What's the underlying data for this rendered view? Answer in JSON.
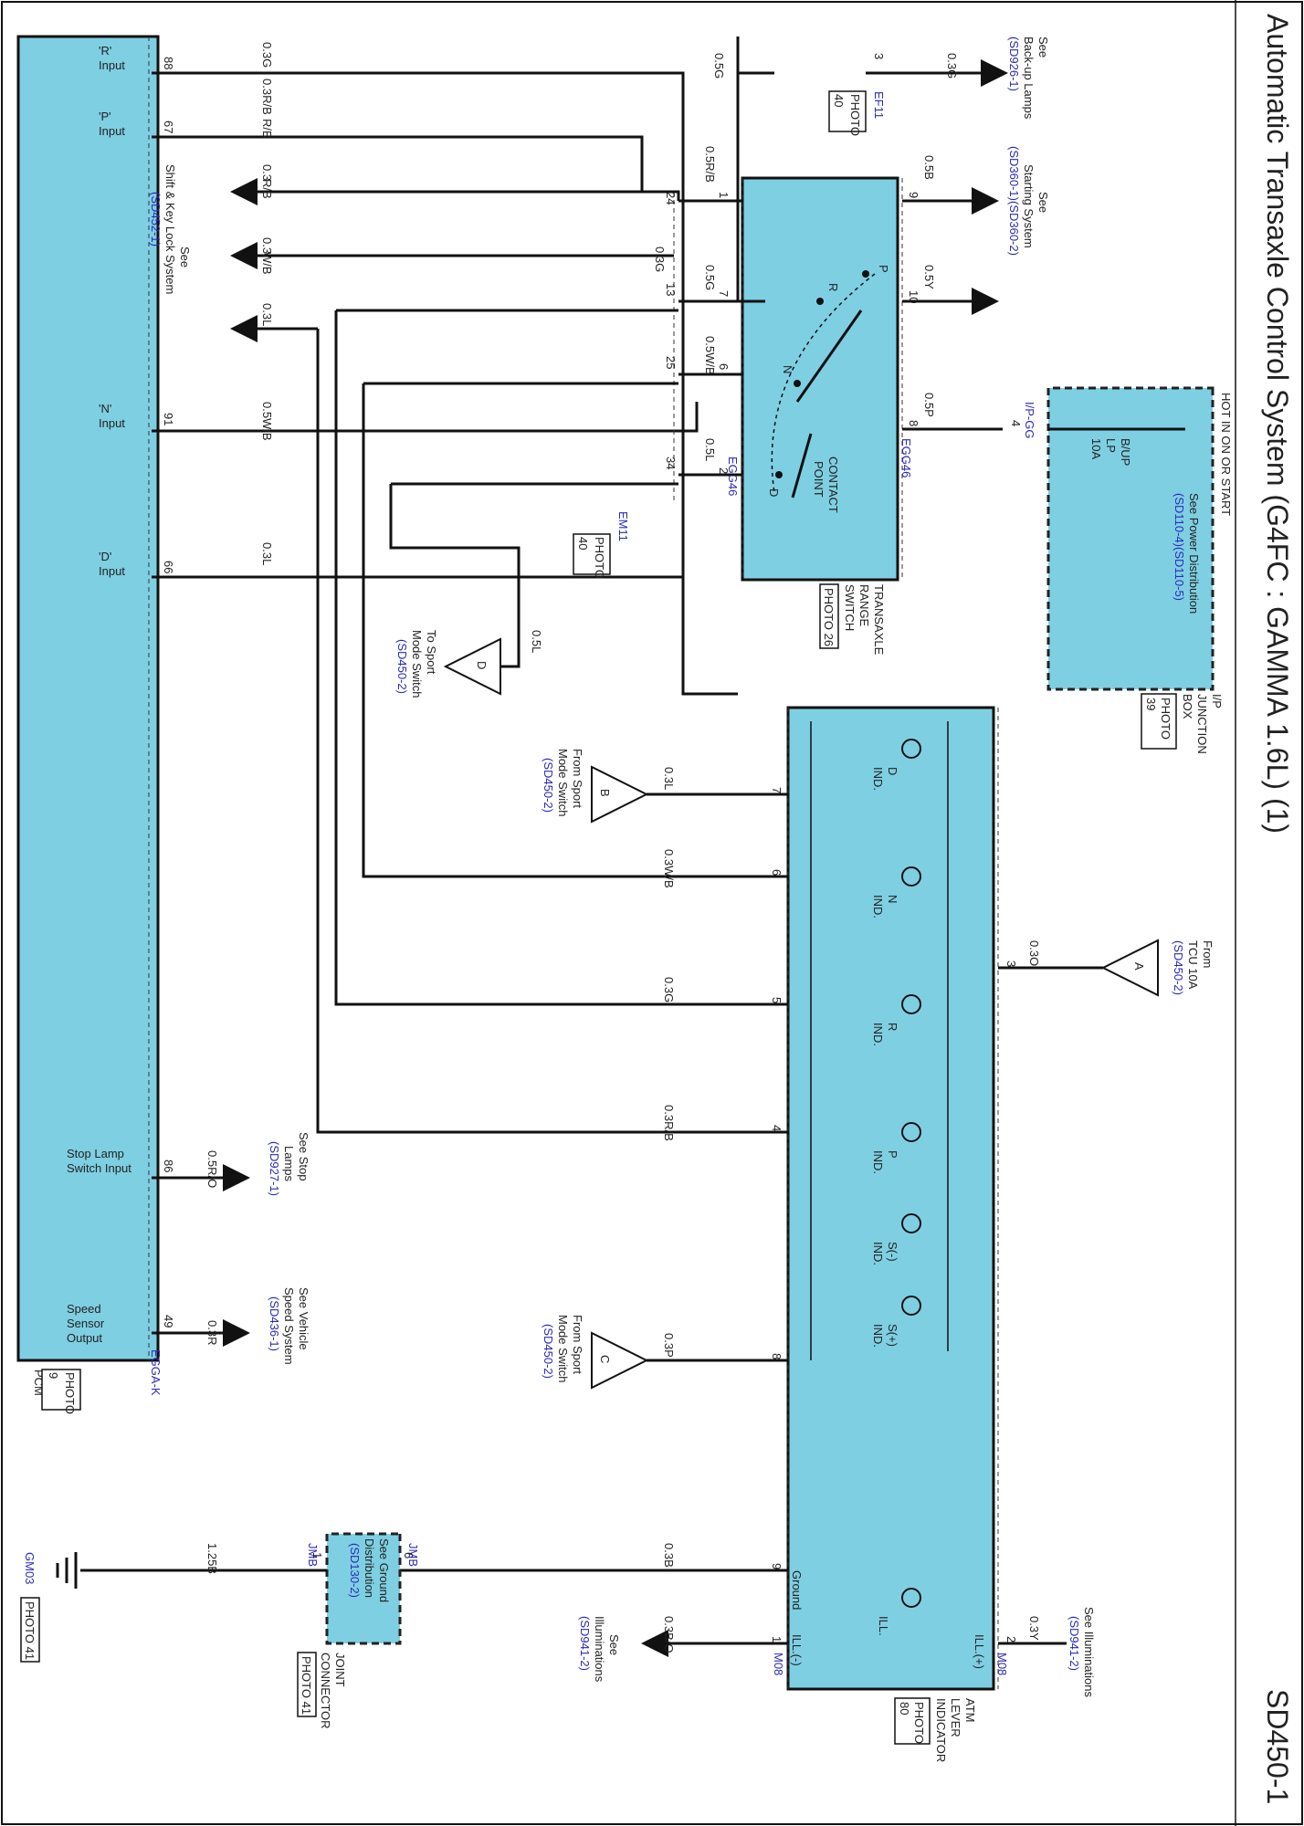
{
  "header": {
    "title": "Automatic Transaxle Control System (G4FC : GAMMA 1.6L) (1)",
    "page_code": "SD450-1"
  },
  "components": {
    "ip_junction": {
      "name_lines": [
        "I/P",
        "JUNCTION",
        "BOX"
      ],
      "photo": "PHOTO",
      "photo_num": "39",
      "hot": "HOT IN ON OR START",
      "fuse": [
        "B/UP",
        "LP",
        "10A"
      ],
      "see": "See Power Distribution",
      "ref": "(SD110-4)(SD110-5)",
      "conn": "I/P-GG",
      "pin": "4"
    },
    "trs": {
      "name_lines": [
        "TRANSAXLE",
        "RANGE",
        "SWITCH"
      ],
      "photo": "PHOTO 26",
      "conn_left": "EGG46",
      "conn_right": "EGG46",
      "contact_lines": [
        "CONTACT",
        "POINT"
      ],
      "positions": {
        "p": "P",
        "r": "R",
        "n": "N",
        "d": "D"
      }
    },
    "atm": {
      "name_lines": [
        "ATM",
        "LEVER",
        "INDICATOR"
      ],
      "photo": "PHOTO",
      "photo_num": "80",
      "conn": "M08",
      "ill_plus": "ILL.(+)",
      "ill_minus": "ILL.(-)",
      "ground": "Ground",
      "ill": "ILL.",
      "inds": [
        [
          "D",
          "IND."
        ],
        [
          "N",
          "IND."
        ],
        [
          "R",
          "IND."
        ],
        [
          "P",
          "IND."
        ],
        [
          "S(-)",
          "IND."
        ],
        [
          "S(+)",
          "IND."
        ]
      ]
    },
    "pcm": {
      "name": "PCM",
      "photo": "PHOTO",
      "photo_num": "9",
      "conn": "EGGA-K",
      "inputs": [
        [
          "'R'",
          "Input"
        ],
        [
          "'P'",
          "Input"
        ],
        [
          "'N'",
          "Input"
        ],
        [
          "'D'",
          "Input"
        ],
        [
          "Stop Lamp",
          "Switch Input"
        ],
        [
          "Speed",
          "Sensor",
          "Output"
        ]
      ]
    },
    "jc": {
      "name_lines": [
        "JOINT",
        "CONNECTOR"
      ],
      "photo": "PHOTO 41",
      "see": [
        "See Ground",
        "Distribution"
      ],
      "ref": "(SD130-2)",
      "conn": "JMB"
    },
    "ground": {
      "code": "GM03",
      "photo": "PHOTO 41"
    },
    "em11": {
      "code": "EM11",
      "photo": "PHOTO",
      "photo_num": "40"
    },
    "ef11": {
      "code": "EF11",
      "photo": "PHOTO",
      "photo_num": "40"
    }
  },
  "refs": {
    "backup": [
      "See",
      "Back-up Lamps"
    ],
    "backup_ref": "(SD926-1)",
    "starting": [
      "See",
      "Starting System"
    ],
    "starting_ref": "(SD360-1)(SD360-2)",
    "shift": [
      "See",
      "Shift & Key Lock System"
    ],
    "shift_ref": "(SD452-1)",
    "tcu": [
      "From",
      "TCU 10A"
    ],
    "tcu_ref": "(SD450-2)",
    "stop": [
      "See Stop",
      "Lamps"
    ],
    "stop_ref": "(SD927-1)",
    "vss": [
      "See Vehicle",
      "Speed System"
    ],
    "vss_ref": "(SD436-1)",
    "sport_to": [
      "To Sport",
      "Mode Switch"
    ],
    "sport_to_ref": "(SD450-2)",
    "sport_from_b": [
      "From Sport",
      "Mode Switch"
    ],
    "sport_from_b_ref": "(SD450-2)",
    "sport_from_c": [
      "From Sport",
      "Mode Switch"
    ],
    "sport_from_c_ref": "(SD450-2)",
    "ill_top": "See Illuminations",
    "ill_top_ref": "(SD941-2)",
    "ill_bot": [
      "See",
      "Illuminations"
    ],
    "ill_bot_ref": "(SD941-2)"
  },
  "flags": {
    "a": "A",
    "b": "B",
    "c": "C",
    "d": "D"
  },
  "wires": {
    "w88": "0.3G",
    "w67": "0.3R/B",
    "w67b": "R/B",
    "w91a": "0.5",
    "w91b": "W/B",
    "w66": "0.3L",
    "w86": "0.5R/O",
    "w49": "0.3R",
    "wbk": "0.3G",
    "wsk1a": "0.3",
    "wsk1b": "R/B",
    "wsk2a": "0.3",
    "wsk2b": "W/B",
    "wsk3": "0.3L",
    "w05g": "0.5G",
    "w1": "0.5R/B",
    "w7": "0.5G",
    "w6": "0.5W/B",
    "w2": "0.5L",
    "w13": "0.3G",
    "w9": "0.5B",
    "w10": "0.5Y",
    "w8": "0.5P",
    "wd": "0.5L",
    "wb7": "0.3L",
    "w_6": "0.3W/B",
    "w_5": "0.3G",
    "w_4": "0.3R/B",
    "wc8": "0.3P",
    "wa3": "0.3O",
    "wjm": "0.3B",
    "wgnd": "1.25B",
    "wm1": "0.3B/O",
    "wm2": "0.3Y"
  },
  "pins": {
    "p88": "88",
    "p67": "67",
    "p91": "91",
    "p66": "66",
    "p86": "86",
    "p49": "49",
    "p24": "24",
    "p13": "13",
    "p25": "25",
    "p34": "34",
    "p1": "1",
    "p7": "7",
    "p6": "6",
    "p2": "2",
    "p9": "9",
    "p10": "10",
    "p8": "8",
    "pef": "3",
    "m7": "7",
    "m6": "6",
    "m5": "5",
    "m4": "4",
    "m8": "8",
    "m9": "9",
    "m1": "1",
    "m3": "3",
    "m2": "2",
    "j6": "6",
    "j1": "1"
  }
}
